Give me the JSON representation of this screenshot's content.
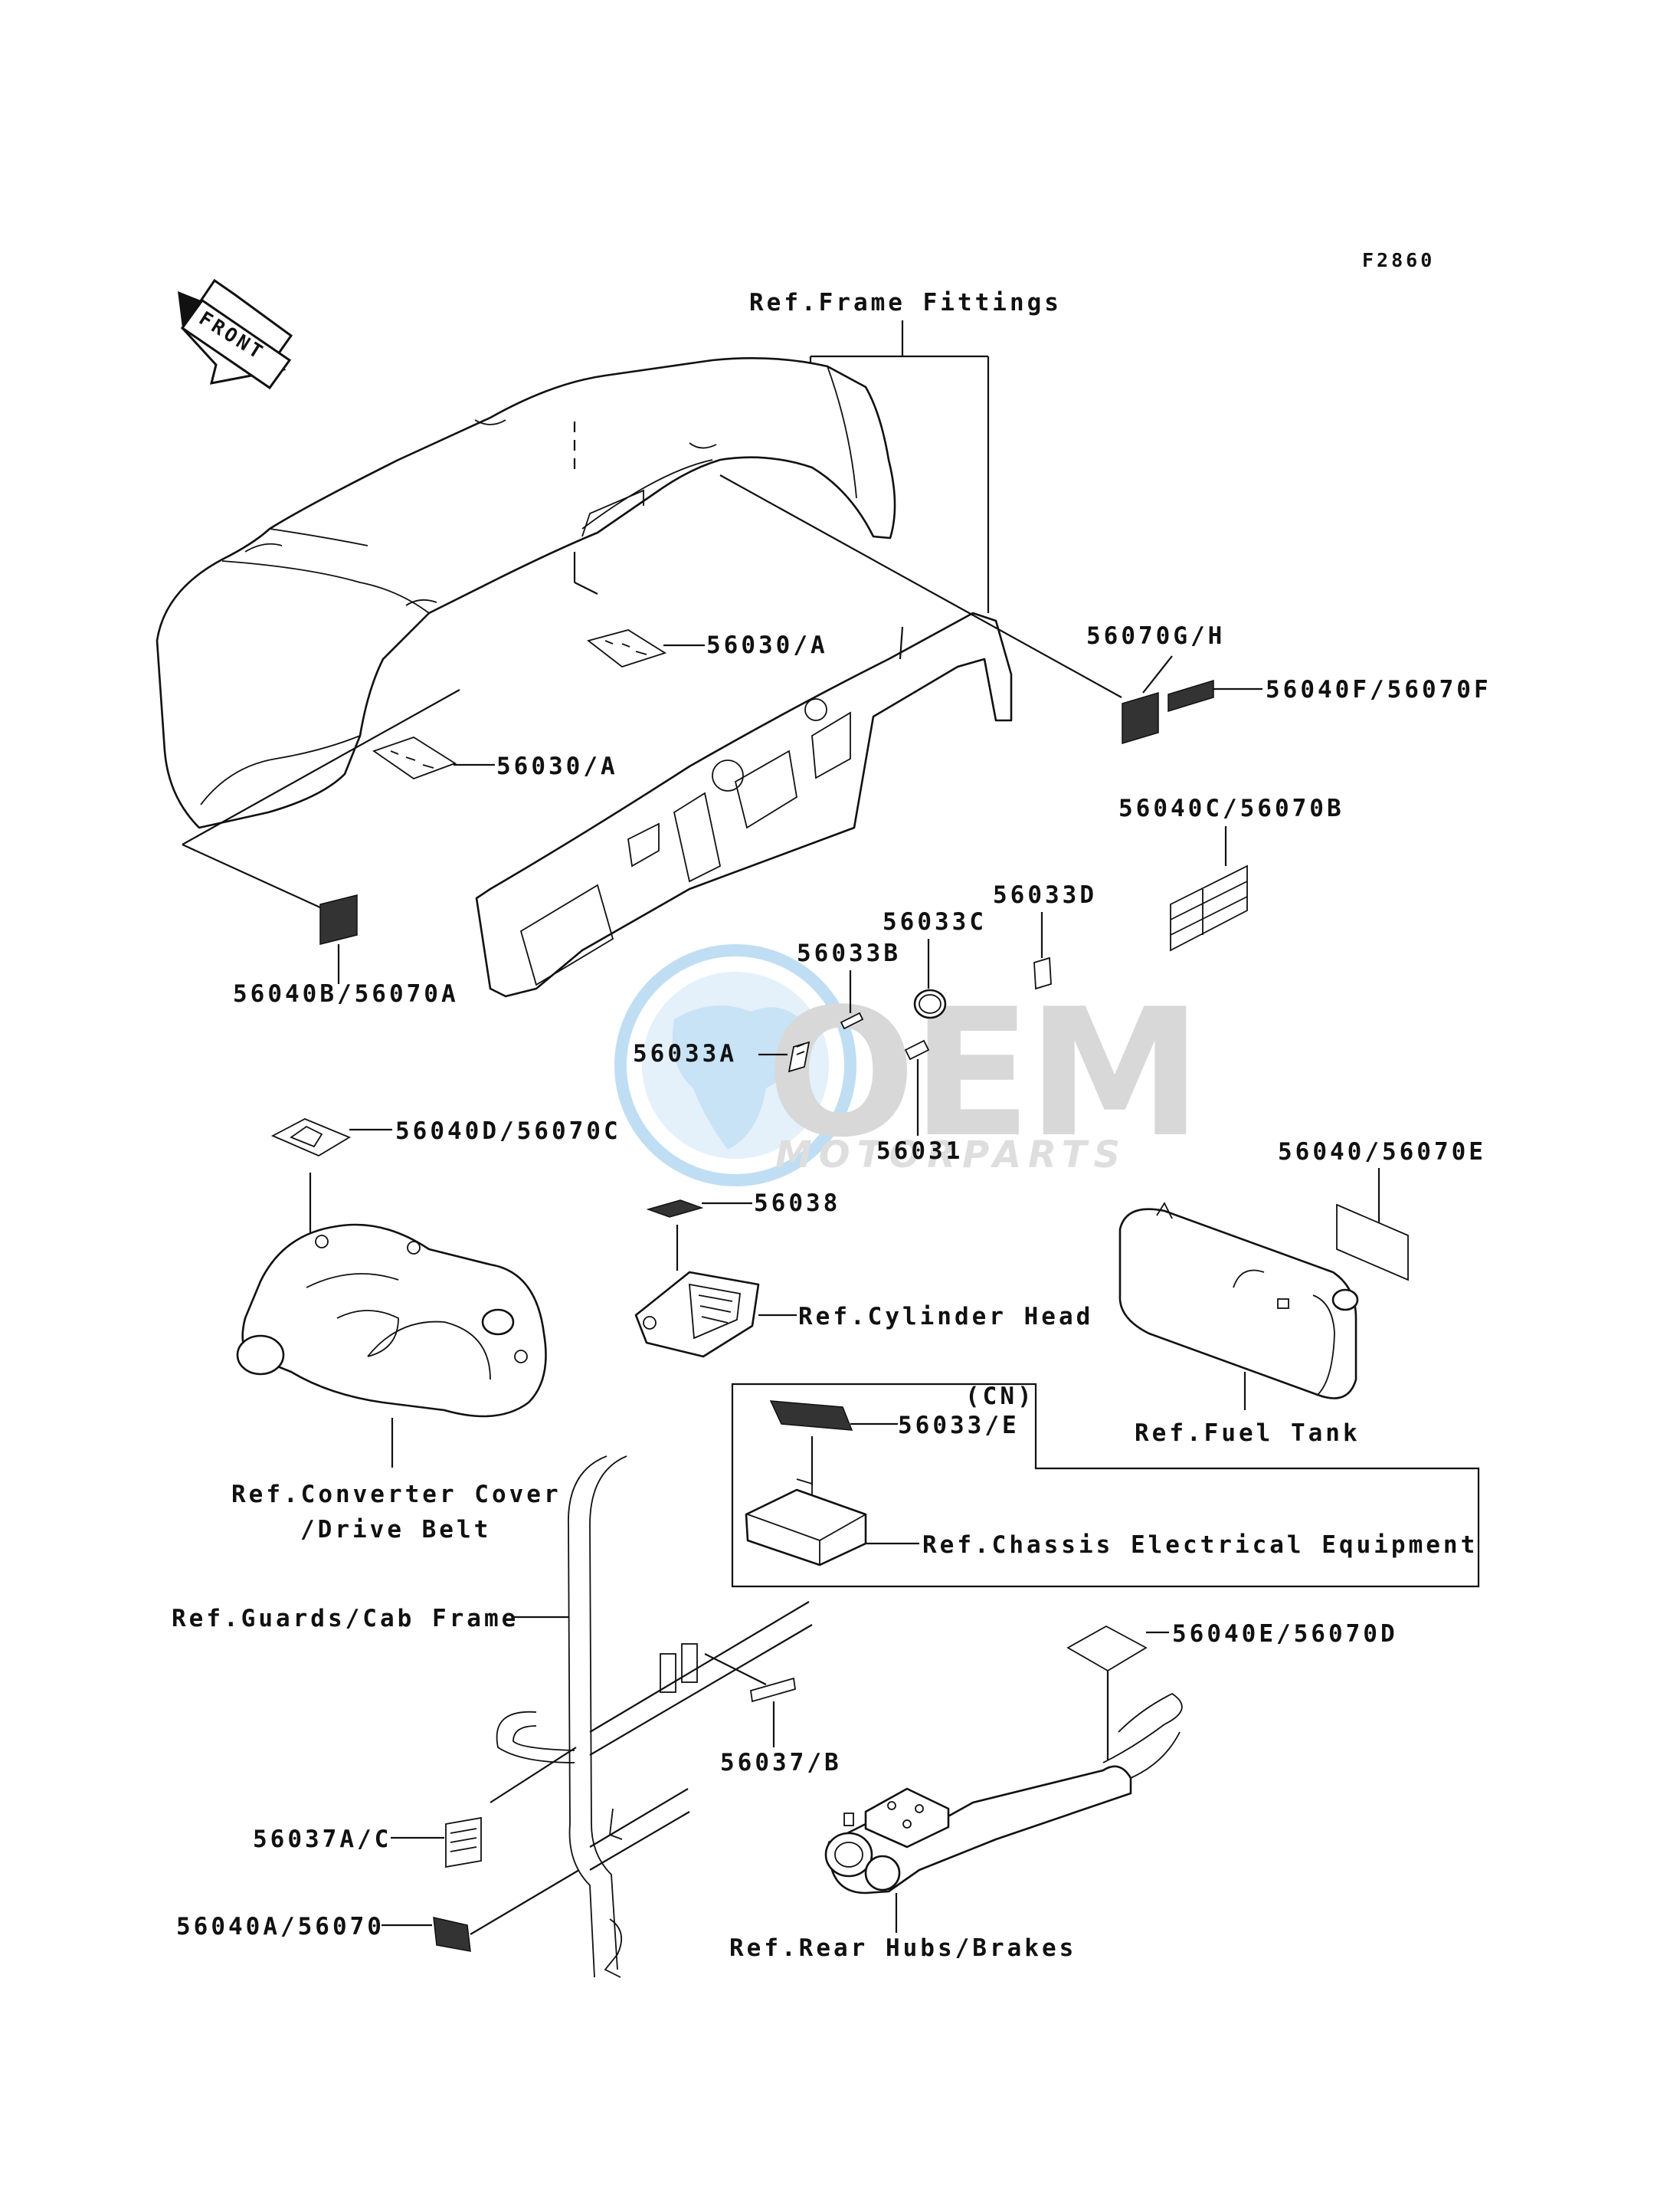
{
  "figure_code": "F2860",
  "front_arrow_label": "FRONT",
  "watermark": {
    "brand": "OEM",
    "sub": "MOTORPARTS",
    "color": "#2a8fd6"
  },
  "labels": {
    "ref_frame_fittings": "Ref.Frame Fittings",
    "p56030a_top": "56030/A",
    "p56030a_left": "56030/A",
    "p56070gh": "56070G/H",
    "p56040f": "56040F/56070F",
    "p56040c": "56040C/56070B",
    "p56033d": "56033D",
    "p56033c": "56033C",
    "p56033b": "56033B",
    "p56040b": "56040B/56070A",
    "p56033a": "56033A",
    "p56031": "56031",
    "p56040d": "56040D/56070C",
    "p56038": "56038",
    "ref_cylinder_head": "Ref.Cylinder Head",
    "p56040e_fuel": "56040/56070E",
    "ref_fuel_tank": "Ref.Fuel Tank",
    "cn": "(CN)",
    "p56033e": "56033/E",
    "ref_chassis": "Ref.Chassis Electrical Equipment",
    "ref_converter_1": "Ref.Converter Cover",
    "ref_converter_2": "/Drive Belt",
    "ref_guards": "Ref.Guards/Cab Frame",
    "p56040e": "56040E/56070D",
    "p56037b": "56037/B",
    "p56037ac": "56037A/C",
    "p56040a": "56040A/56070",
    "ref_rear_hubs": "Ref.Rear Hubs/Brakes"
  }
}
